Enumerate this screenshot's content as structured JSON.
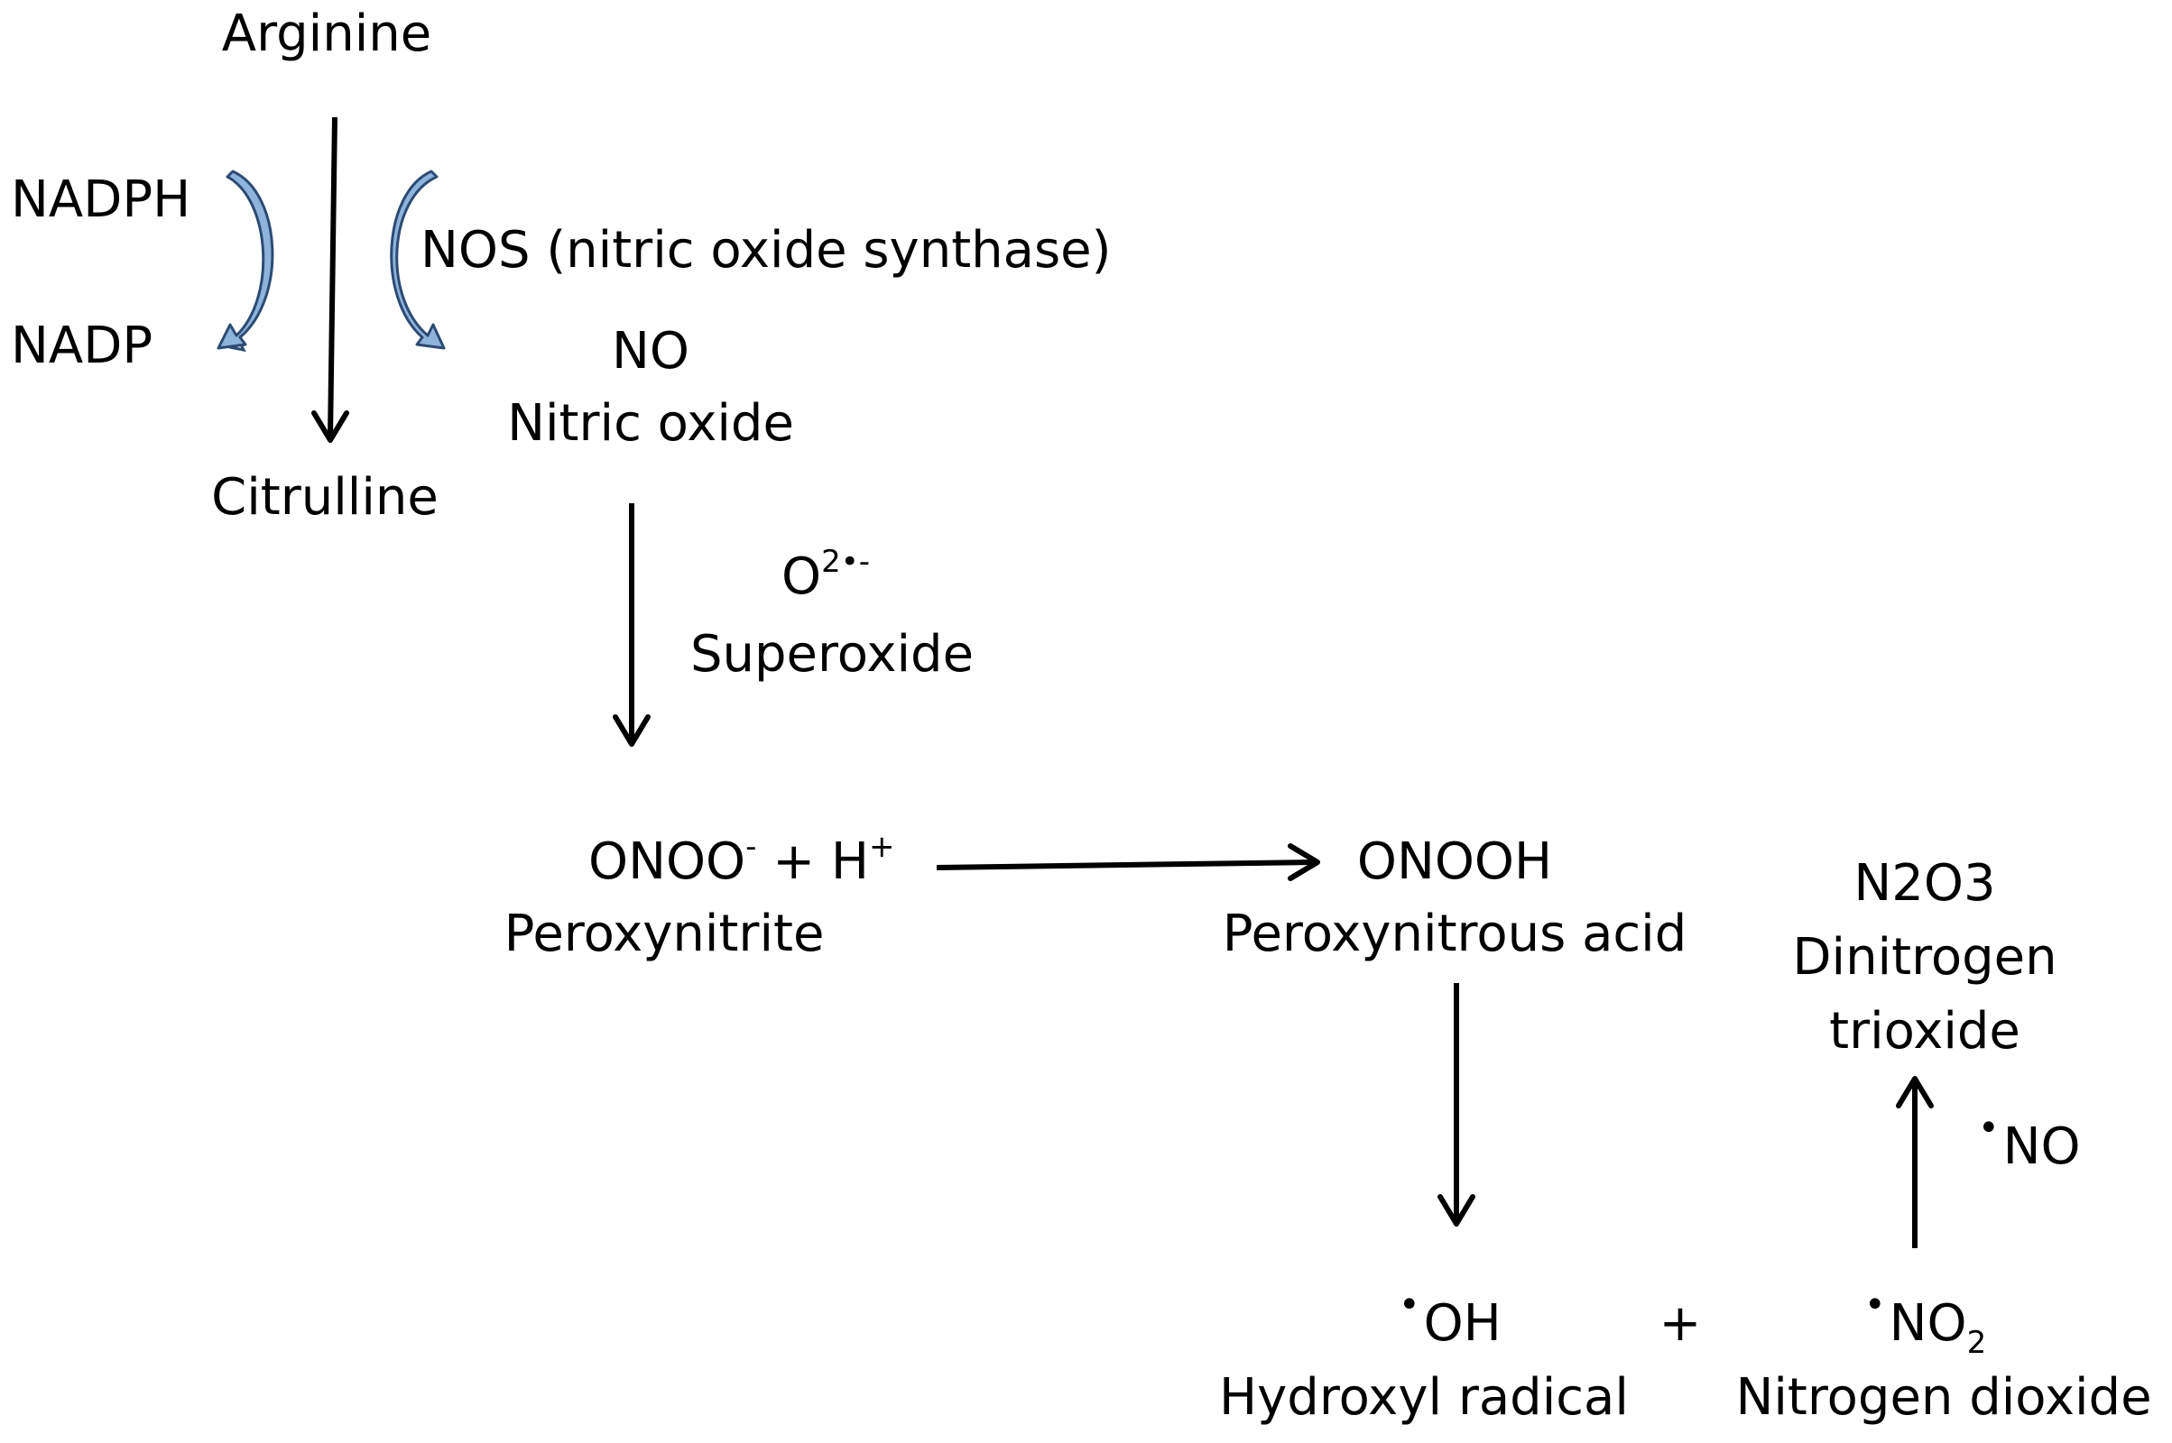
{
  "nodes": {
    "arginine": "Arginine",
    "citrulline": "Citrulline",
    "nadph": "NADPH",
    "nadp": "NADP",
    "nos": "NOS (nitric oxide synthase)",
    "no_formula": "NO",
    "no_name": "Nitric oxide",
    "superoxide_formula": "O",
    "superoxide_sup": "2•-",
    "superoxide_name": "Superoxide",
    "onoo_formula": "ONOO",
    "onoo_sup1": "-",
    "onoo_plus_h": " + H",
    "onoo_sup2": "+",
    "onoo_name": "Peroxynitrite",
    "onooh_formula": "ONOOH",
    "onooh_name": "Peroxynitrous acid",
    "n2o3_formula": "N2O3",
    "n2o3_name_line1": "Dinitrogen",
    "n2o3_name_line2": "trioxide",
    "no_radical": "NO",
    "oh_formula": "OH",
    "oh_name": "Hydroxyl radical",
    "plus": "+",
    "no2_formula": "NO",
    "no2_sub": "2",
    "no2_name": "Nitrogen dioxide"
  },
  "radical_dot": "•",
  "colors": {
    "text": "#000000",
    "curved_arrow_fill": "#8fb4dc",
    "curved_arrow_stroke": "#2b4b73"
  }
}
